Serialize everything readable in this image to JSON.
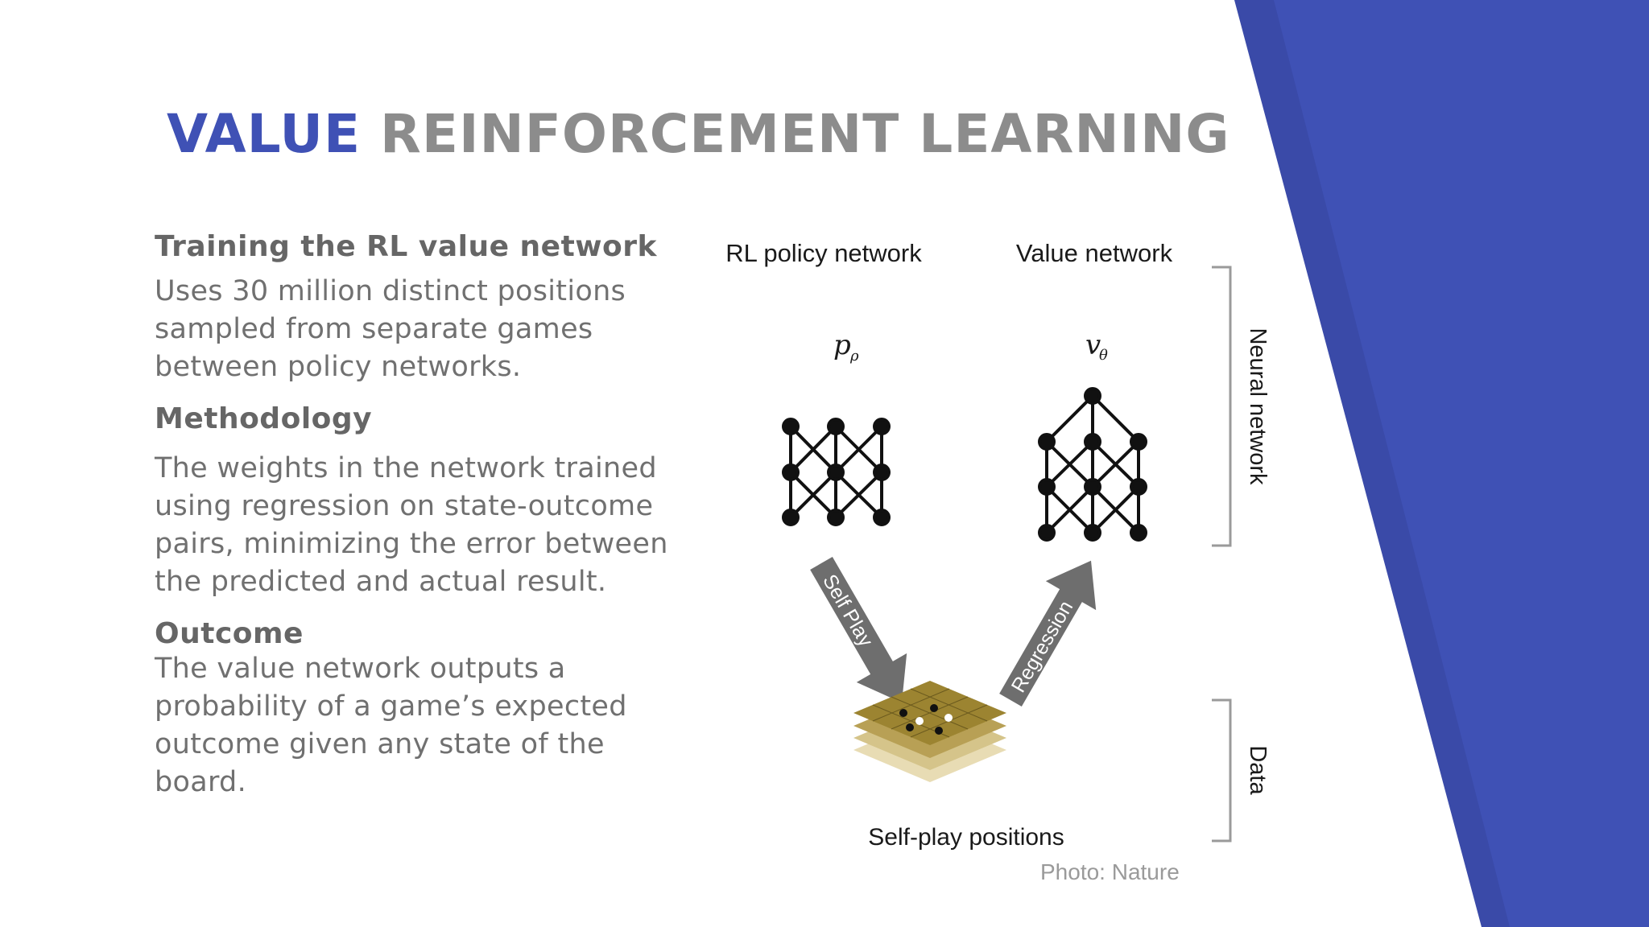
{
  "title": {
    "accent": "VALUE",
    "rest": "REINFORCEMENT LEARNING"
  },
  "sections": [
    {
      "heading": "Training the RL value network",
      "body": "Uses 30 million distinct positions sampled from separate games between policy networks."
    },
    {
      "heading": "Methodology",
      "body": "The weights in the network trained using regression on state-outcome pairs, minimizing the error between the predicted and actual result."
    },
    {
      "heading": "Outcome",
      "body": "The value network outputs a probability of a game’s expected outcome given any state of the board."
    }
  ],
  "diagram": {
    "policy_label": "RL policy network",
    "value_label": "Value network",
    "policy_symbol": "p",
    "policy_subscript": "ρ",
    "value_symbol": "v",
    "value_subscript": "θ",
    "arrow_left_label": "Self Play",
    "arrow_right_label": "Regression",
    "board_label": "Self-play positions",
    "bracket_top_label": "Neural network",
    "bracket_bottom_label": "Data"
  },
  "credit": "Photo: Nature",
  "colors": {
    "accent": "#3f51b5",
    "accent_dark": "#3a4aa8",
    "title_gray": "#8c8c8c",
    "text_gray": "#707070"
  }
}
